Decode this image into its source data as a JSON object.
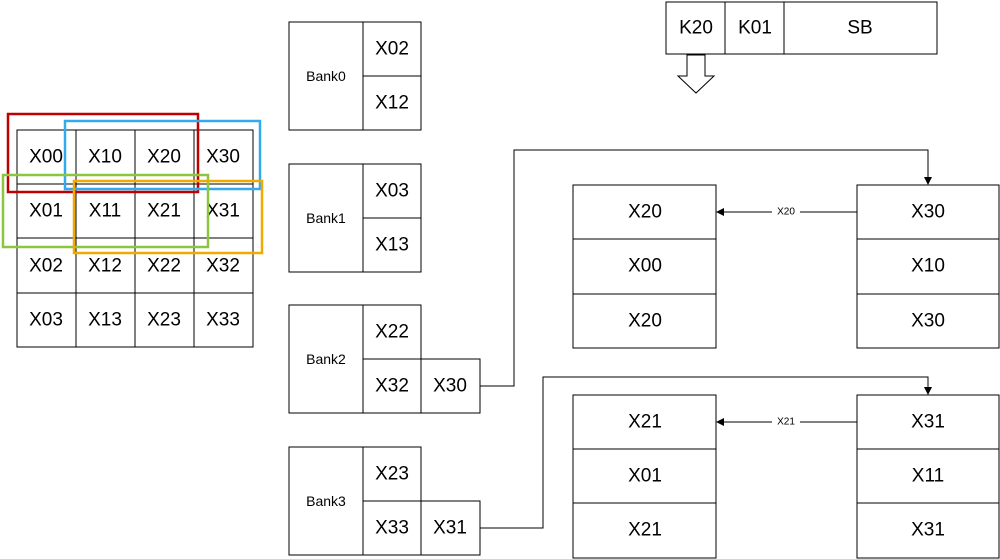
{
  "matrix": {
    "rows": [
      [
        "X00",
        "X10",
        "X20",
        "X30"
      ],
      [
        "X01",
        "X11",
        "X21",
        "X31"
      ],
      [
        "X02",
        "X12",
        "X22",
        "X32"
      ],
      [
        "X03",
        "X13",
        "X23",
        "X33"
      ]
    ],
    "windows": [
      {
        "color": "#c00000"
      },
      {
        "color": "#33aaee"
      },
      {
        "color": "#8cc63f"
      },
      {
        "color": "#f0aa00"
      }
    ]
  },
  "banks": [
    {
      "label": "Bank0",
      "cells": [
        "X02",
        "X12"
      ]
    },
    {
      "label": "Bank1",
      "cells": [
        "X03",
        "X13"
      ]
    },
    {
      "label": "Bank2",
      "cells": [
        "X22",
        "X32"
      ],
      "extra": "X30"
    },
    {
      "label": "Bank3",
      "cells": [
        "X23",
        "X33"
      ],
      "extra": "X31"
    }
  ],
  "header_bar": {
    "cells": [
      "K20",
      "K01",
      "SB"
    ]
  },
  "buffers": [
    {
      "left": [
        "X20",
        "X00",
        "X20"
      ],
      "right": [
        "X30",
        "X10",
        "X30"
      ],
      "arrow_label": "X20"
    },
    {
      "left": [
        "X21",
        "X01",
        "X21"
      ],
      "right": [
        "X31",
        "X11",
        "X31"
      ],
      "arrow_label": "X21"
    }
  ]
}
